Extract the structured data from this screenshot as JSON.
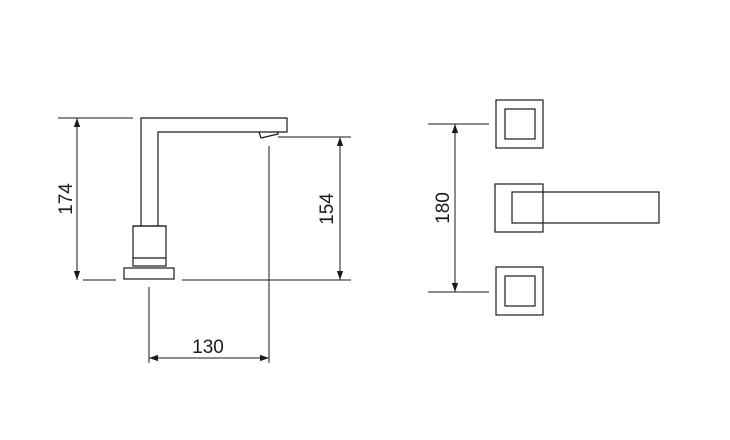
{
  "side_view": {
    "dim_total_height": "174",
    "dim_spout_height": "154",
    "dim_reach": "130"
  },
  "front_view": {
    "dim_spacing": "180"
  },
  "colors": {
    "line": "#1a1a1a",
    "background": "#ffffff"
  }
}
